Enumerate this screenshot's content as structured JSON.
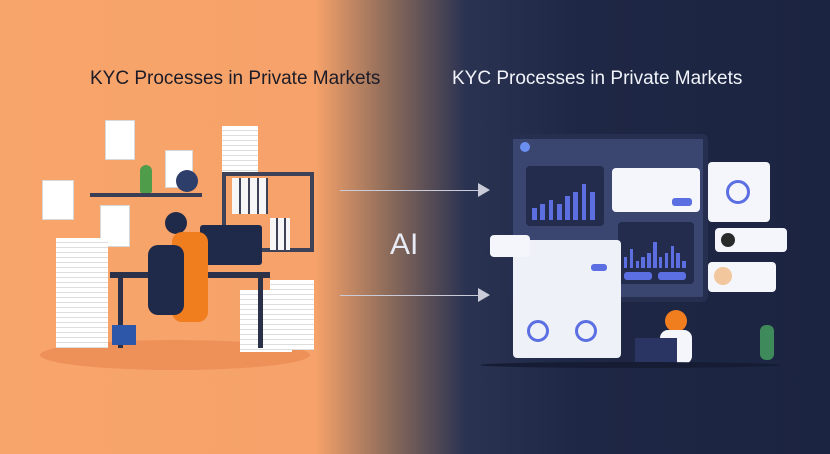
{
  "left": {
    "title": "KYC Processes in Private Markets"
  },
  "right": {
    "title": "KYC Processes in Private Markets"
  },
  "center": {
    "label": "AI"
  },
  "colors": {
    "left_bg": "#f8a56b",
    "right_bg": "#1e2745",
    "accent": "#5b6fe2",
    "chair": "#1f2a4a",
    "worker_clothes": "#f07d1e"
  },
  "dashboard": {
    "chart_bars_1": [
      3,
      4,
      5,
      4,
      6,
      7,
      9,
      7
    ],
    "chart_bars_2": [
      3,
      5,
      2,
      3,
      4,
      7,
      3,
      4,
      6,
      4,
      2
    ]
  }
}
